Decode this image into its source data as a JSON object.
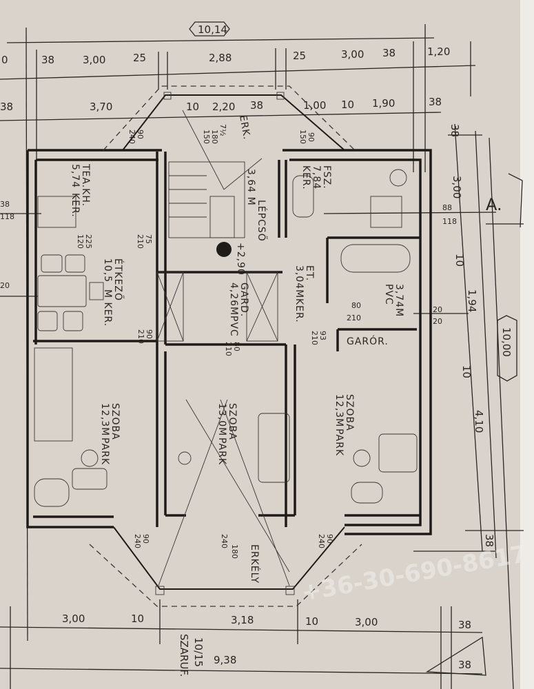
{
  "plan": {
    "overall_width": "10,14",
    "overall_depth": "10,00",
    "section_mark": "A.",
    "watermark": "+36-30-690-8617",
    "top_row1": [
      "0",
      "38",
      "3,00",
      "25",
      "2,88",
      "25",
      "3,00",
      "38",
      "1,20"
    ],
    "top_row2": [
      "38",
      "3,70",
      "10",
      "2,20",
      "38",
      "1,00",
      "10",
      "1,90",
      "38"
    ],
    "top_bay": {
      "win_left": "90",
      "win_left2": "240",
      "door_a": "7½",
      "door_b": "180",
      "door_c": "150",
      "label": "ERK.",
      "win_right": "150",
      "win_right2": "90"
    },
    "right_dims": [
      "38",
      "3,00",
      "10",
      "1,94",
      "10",
      "4,10",
      "38",
      "88",
      "118",
      "20",
      "20"
    ],
    "left_dims": [
      "38",
      "118",
      "20"
    ],
    "bottom_row1": [
      "3,00",
      "10",
      "3,18",
      "10",
      "3,00",
      "38"
    ],
    "bottom_row2": {
      "total": "9,38",
      "height": "10/15",
      "note": "SZARUF.",
      "corner": "38"
    },
    "rooms": [
      {
        "name": "TEA.KH.",
        "area": "5,74",
        "floor": "KER."
      },
      {
        "name": "FSZ.",
        "area": "7,84",
        "floor": "KER."
      },
      {
        "name": "LÉPCSŐ",
        "area": "3,64 M"
      },
      {
        "name": "ÉTKEZŐ",
        "area": "10,5",
        "floor": "M KER."
      },
      {
        "name": "GARD.",
        "area": "4,26M",
        "floor": "PVC"
      },
      {
        "name": "ET.",
        "area": "3,04M",
        "floor": "KER."
      },
      {
        "name": "",
        "area": "3,74M",
        "floor": "PVC"
      },
      {
        "name": "GARÓR."
      },
      {
        "name": "SZOBA",
        "area": "12,3M",
        "floor": "PARK"
      },
      {
        "name": "SZOBA",
        "area": "13,0M",
        "floor": "PARK"
      },
      {
        "name": "SZOBA",
        "area": "12,3M",
        "floor": "PARK"
      },
      {
        "name": "ERKÉLY",
        "area": "180",
        "floor": "240"
      }
    ],
    "level": "+2,90",
    "doors": [
      "225",
      "120",
      "75",
      "210",
      "90",
      "210",
      "80",
      "210",
      "93",
      "210",
      "80",
      "210",
      "90",
      "240",
      "90",
      "240"
    ]
  }
}
